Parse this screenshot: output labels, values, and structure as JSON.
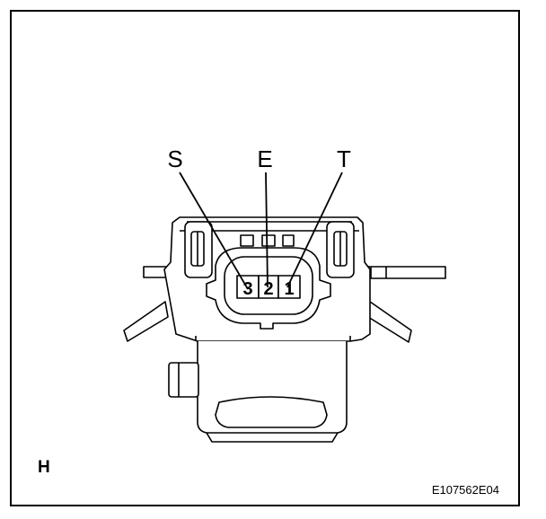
{
  "labels": {
    "S": "S",
    "E": "E",
    "T": "T"
  },
  "pins": [
    "3",
    "2",
    "1"
  ],
  "view_letter": "H",
  "figure_code": "E107562E04",
  "colors": {
    "stroke": "#000000",
    "background": "#ffffff"
  }
}
